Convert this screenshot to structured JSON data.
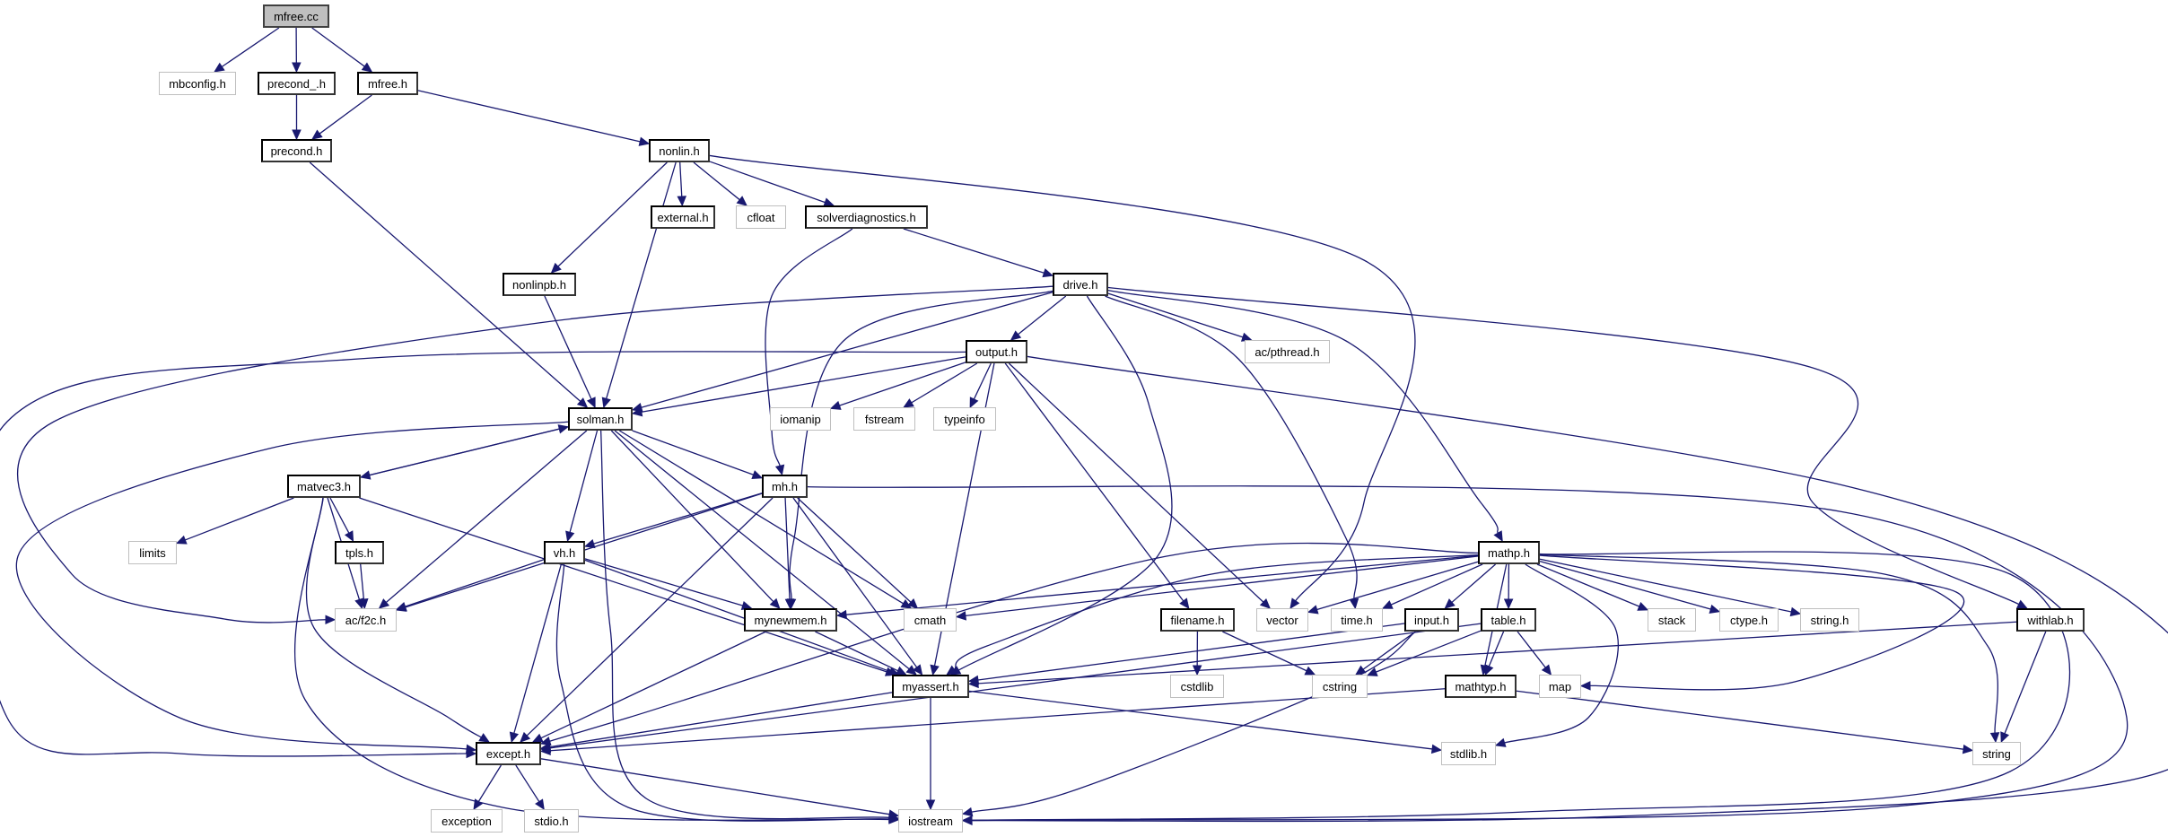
{
  "title": "mfree.cc include dependency graph",
  "colors": {
    "edge": "#191970",
    "root_fill": "#bfbfbf",
    "documented_border": "#000000",
    "external_border": "#bfbfbf"
  },
  "nodes": [
    {
      "id": "mfree_cc",
      "label": "mfree.cc",
      "kind": "root"
    },
    {
      "id": "mbconfig_h",
      "label": "mbconfig.h",
      "kind": "external"
    },
    {
      "id": "precond__h",
      "label": "precond_.h",
      "kind": "documented"
    },
    {
      "id": "mfree_h",
      "label": "mfree.h",
      "kind": "documented"
    },
    {
      "id": "precond_h",
      "label": "precond.h",
      "kind": "documented"
    },
    {
      "id": "nonlin_h",
      "label": "nonlin.h",
      "kind": "documented"
    },
    {
      "id": "external_h",
      "label": "external.h",
      "kind": "documented"
    },
    {
      "id": "cfloat",
      "label": "cfloat",
      "kind": "external"
    },
    {
      "id": "solverdiagnostics_h",
      "label": "solverdiagnostics.h",
      "kind": "documented"
    },
    {
      "id": "nonlinpb_h",
      "label": "nonlinpb.h",
      "kind": "documented"
    },
    {
      "id": "drive_h",
      "label": "drive.h",
      "kind": "documented"
    },
    {
      "id": "output_h",
      "label": "output.h",
      "kind": "documented"
    },
    {
      "id": "ac_pthread_h",
      "label": "ac/pthread.h",
      "kind": "external"
    },
    {
      "id": "solman_h",
      "label": "solman.h",
      "kind": "documented"
    },
    {
      "id": "iomanip",
      "label": "iomanip",
      "kind": "external"
    },
    {
      "id": "fstream",
      "label": "fstream",
      "kind": "external"
    },
    {
      "id": "typeinfo",
      "label": "typeinfo",
      "kind": "external"
    },
    {
      "id": "matvec3_h",
      "label": "matvec3.h",
      "kind": "documented"
    },
    {
      "id": "mh_h",
      "label": "mh.h",
      "kind": "documented"
    },
    {
      "id": "limits",
      "label": "limits",
      "kind": "external"
    },
    {
      "id": "tpls_h",
      "label": "tpls.h",
      "kind": "documented"
    },
    {
      "id": "vh_h",
      "label": "vh.h",
      "kind": "documented"
    },
    {
      "id": "mathp_h",
      "label": "mathp.h",
      "kind": "documented"
    },
    {
      "id": "ac_f2c_h",
      "label": "ac/f2c.h",
      "kind": "external"
    },
    {
      "id": "mynewmem_h",
      "label": "mynewmem.h",
      "kind": "documented"
    },
    {
      "id": "cmath",
      "label": "cmath",
      "kind": "external"
    },
    {
      "id": "filename_h",
      "label": "filename.h",
      "kind": "documented"
    },
    {
      "id": "vector",
      "label": "vector",
      "kind": "external"
    },
    {
      "id": "time_h",
      "label": "time.h",
      "kind": "external"
    },
    {
      "id": "input_h",
      "label": "input.h",
      "kind": "documented"
    },
    {
      "id": "table_h",
      "label": "table.h",
      "kind": "documented"
    },
    {
      "id": "stack",
      "label": "stack",
      "kind": "external"
    },
    {
      "id": "ctype_h",
      "label": "ctype.h",
      "kind": "external"
    },
    {
      "id": "string_h",
      "label": "string.h",
      "kind": "external"
    },
    {
      "id": "withlab_h",
      "label": "withlab.h",
      "kind": "documented"
    },
    {
      "id": "myassert_h",
      "label": "myassert.h",
      "kind": "documented"
    },
    {
      "id": "cstdlib",
      "label": "cstdlib",
      "kind": "external"
    },
    {
      "id": "cstring",
      "label": "cstring",
      "kind": "external"
    },
    {
      "id": "mathtyp_h",
      "label": "mathtyp.h",
      "kind": "documented"
    },
    {
      "id": "map",
      "label": "map",
      "kind": "external"
    },
    {
      "id": "except_h",
      "label": "except.h",
      "kind": "documented"
    },
    {
      "id": "stdlib_h",
      "label": "stdlib.h",
      "kind": "external"
    },
    {
      "id": "string",
      "label": "string",
      "kind": "external"
    },
    {
      "id": "exception",
      "label": "exception",
      "kind": "external"
    },
    {
      "id": "stdio_h",
      "label": "stdio.h",
      "kind": "external"
    },
    {
      "id": "iostream",
      "label": "iostream",
      "kind": "external"
    }
  ],
  "edges": [
    [
      "mfree_cc",
      "mbconfig_h"
    ],
    [
      "mfree_cc",
      "precond__h"
    ],
    [
      "mfree_cc",
      "mfree_h"
    ],
    [
      "precond__h",
      "precond_h"
    ],
    [
      "mfree_h",
      "precond_h"
    ],
    [
      "mfree_h",
      "nonlin_h"
    ],
    [
      "precond_h",
      "solman_h"
    ],
    [
      "nonlin_h",
      "nonlinpb_h"
    ],
    [
      "nonlin_h",
      "solman_h"
    ],
    [
      "nonlin_h",
      "external_h"
    ],
    [
      "nonlin_h",
      "cfloat"
    ],
    [
      "nonlin_h",
      "solverdiagnostics_h"
    ],
    [
      "nonlin_h",
      "vector"
    ],
    [
      "solverdiagnostics_h",
      "drive_h"
    ],
    [
      "solverdiagnostics_h",
      "mh_h"
    ],
    [
      "nonlinpb_h",
      "solman_h"
    ],
    [
      "drive_h",
      "ac_f2c_h"
    ],
    [
      "drive_h",
      "solman_h"
    ],
    [
      "drive_h",
      "mynewmem_h"
    ],
    [
      "drive_h",
      "output_h"
    ],
    [
      "drive_h",
      "myassert_h"
    ],
    [
      "drive_h",
      "time_h"
    ],
    [
      "drive_h",
      "ac_pthread_h"
    ],
    [
      "drive_h",
      "mathp_h"
    ],
    [
      "drive_h",
      "withlab_h"
    ],
    [
      "output_h",
      "except_h"
    ],
    [
      "output_h",
      "solman_h"
    ],
    [
      "output_h",
      "iomanip"
    ],
    [
      "output_h",
      "fstream"
    ],
    [
      "output_h",
      "typeinfo"
    ],
    [
      "output_h",
      "myassert_h"
    ],
    [
      "output_h",
      "filename_h"
    ],
    [
      "output_h",
      "vector"
    ],
    [
      "output_h",
      "iostream"
    ],
    [
      "solman_h",
      "matvec3_h"
    ],
    [
      "solman_h",
      "ac_f2c_h"
    ],
    [
      "solman_h",
      "except_h"
    ],
    [
      "solman_h",
      "vh_h"
    ],
    [
      "solman_h",
      "iostream"
    ],
    [
      "solman_h",
      "myassert_h"
    ],
    [
      "solman_h",
      "mynewmem_h"
    ],
    [
      "solman_h",
      "mh_h"
    ],
    [
      "solman_h",
      "cmath"
    ],
    [
      "matvec3_h",
      "solman_h"
    ],
    [
      "matvec3_h",
      "limits"
    ],
    [
      "matvec3_h",
      "tpls_h"
    ],
    [
      "matvec3_h",
      "ac_f2c_h"
    ],
    [
      "matvec3_h",
      "except_h"
    ],
    [
      "matvec3_h",
      "iostream"
    ],
    [
      "matvec3_h",
      "myassert_h"
    ],
    [
      "mh_h",
      "vh_h"
    ],
    [
      "mh_h",
      "ac_f2c_h"
    ],
    [
      "mh_h",
      "except_h"
    ],
    [
      "mh_h",
      "mynewmem_h"
    ],
    [
      "mh_h",
      "myassert_h"
    ],
    [
      "mh_h",
      "cmath"
    ],
    [
      "mh_h",
      "iostream"
    ],
    [
      "tpls_h",
      "ac_f2c_h"
    ],
    [
      "vh_h",
      "ac_f2c_h"
    ],
    [
      "vh_h",
      "except_h"
    ],
    [
      "vh_h",
      "iostream"
    ],
    [
      "vh_h",
      "myassert_h"
    ],
    [
      "vh_h",
      "mynewmem_h"
    ],
    [
      "mathp_h",
      "mynewmem_h"
    ],
    [
      "mathp_h",
      "cmath"
    ],
    [
      "mathp_h",
      "myassert_h"
    ],
    [
      "mathp_h",
      "except_h"
    ],
    [
      "mathp_h",
      "vector"
    ],
    [
      "mathp_h",
      "time_h"
    ],
    [
      "mathp_h",
      "input_h"
    ],
    [
      "mathp_h",
      "table_h"
    ],
    [
      "mathp_h",
      "mathtyp_h"
    ],
    [
      "mathp_h",
      "stack"
    ],
    [
      "mathp_h",
      "ctype_h"
    ],
    [
      "mathp_h",
      "string_h"
    ],
    [
      "mathp_h",
      "map"
    ],
    [
      "mathp_h",
      "stdlib_h"
    ],
    [
      "mathp_h",
      "string"
    ],
    [
      "mathp_h",
      "iostream"
    ],
    [
      "mynewmem_h",
      "myassert_h"
    ],
    [
      "mynewmem_h",
      "except_h"
    ],
    [
      "filename_h",
      "cstdlib"
    ],
    [
      "filename_h",
      "cstring"
    ],
    [
      "input_h",
      "myassert_h"
    ],
    [
      "input_h",
      "cstring"
    ],
    [
      "input_h",
      "iostream"
    ],
    [
      "table_h",
      "except_h"
    ],
    [
      "table_h",
      "mathtyp_h"
    ],
    [
      "table_h",
      "map"
    ],
    [
      "table_h",
      "cstring"
    ],
    [
      "withlab_h",
      "myassert_h"
    ],
    [
      "withlab_h",
      "string"
    ],
    [
      "myassert_h",
      "except_h"
    ],
    [
      "myassert_h",
      "iostream"
    ],
    [
      "myassert_h",
      "stdlib_h"
    ],
    [
      "mathtyp_h",
      "except_h"
    ],
    [
      "mathtyp_h",
      "string"
    ],
    [
      "except_h",
      "exception"
    ],
    [
      "except_h",
      "stdio_h"
    ],
    [
      "except_h",
      "iostream"
    ]
  ]
}
